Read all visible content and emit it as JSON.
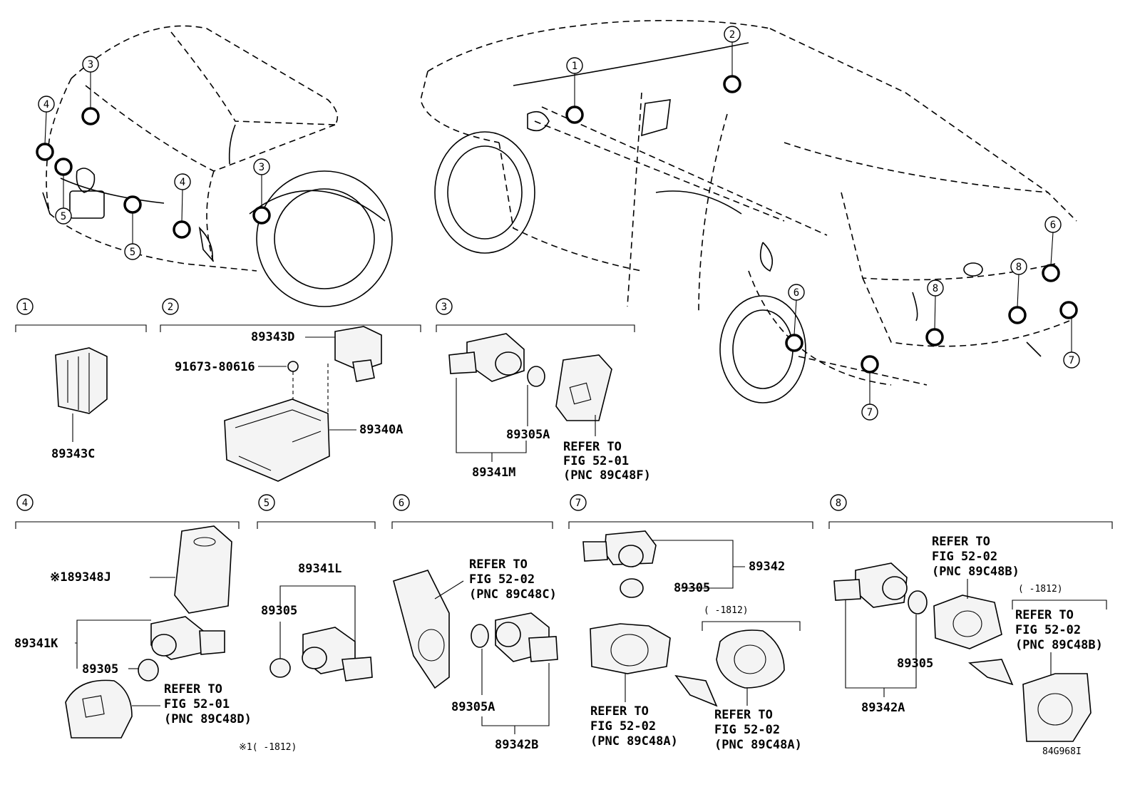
{
  "diagram_code": "84G968I",
  "callouts": [
    "1",
    "2",
    "3",
    "4",
    "5",
    "6",
    "7",
    "8"
  ],
  "sections": {
    "s1": {
      "callout": "1",
      "parts": [
        "89343C"
      ]
    },
    "s2": {
      "callout": "2",
      "parts": [
        "89343D",
        "91673-80616",
        "89340A"
      ]
    },
    "s3": {
      "callout": "3",
      "parts": [
        "89305A",
        "89341M"
      ],
      "refer": [
        "REFER TO",
        "FIG 52-01",
        "(PNC 89C48F)"
      ]
    },
    "s4": {
      "callout": "4",
      "parts": [
        "※189348J",
        "89341K",
        "89305"
      ],
      "refer": [
        "REFER TO",
        "FIG 52-01",
        "(PNC 89C48D)"
      ],
      "footnote": "※1(     -1812)"
    },
    "s5": {
      "callout": "5",
      "parts": [
        "89341L",
        "89305"
      ]
    },
    "s6": {
      "callout": "6",
      "parts": [
        "89305A",
        "89342B"
      ],
      "refer": [
        "REFER TO",
        "FIG 52-02",
        "(PNC 89C48C)"
      ]
    },
    "s7": {
      "callout": "7",
      "parts": [
        "89342",
        "89305"
      ],
      "range": "(     -1812)",
      "refer_left": [
        "REFER TO",
        "FIG 52-02",
        "(PNC 89C48A)"
      ],
      "refer_right": [
        "REFER TO",
        "FIG 52-02",
        "(PNC 89C48A)"
      ]
    },
    "s8": {
      "callout": "8",
      "parts": [
        "89305",
        "89342A"
      ],
      "range": "(     -1812)",
      "refer_top": [
        "REFER TO",
        "FIG 52-02",
        "(PNC 89C48B)"
      ],
      "refer_right": [
        "REFER TO",
        "FIG 52-02",
        "(PNC 89C48B)"
      ]
    }
  }
}
